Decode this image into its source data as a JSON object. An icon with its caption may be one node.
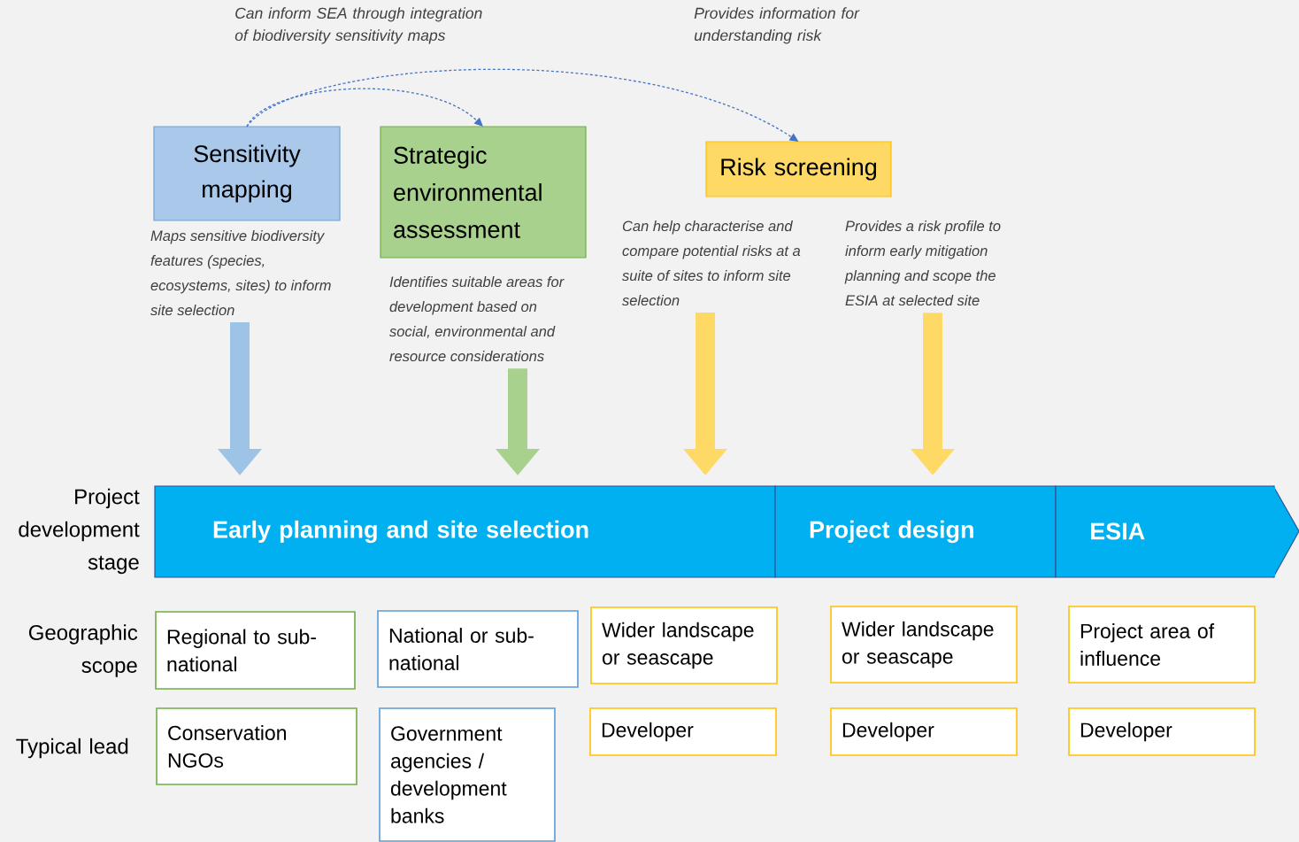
{
  "diagram": {
    "nodes": [
      {
        "text": [
          "Sensitivity mapping"
        ]
      },
      {
        "text": [
          "Strategic environmental assessment"
        ]
      },
      {
        "text": [
          "Risk screening"
        ]
      },
      {
        "text": [
          "Maps sensitive biodiversity features (species, ecosystems, sites) to inform site selection"
        ]
      },
      {
        "text": [
          "Identifies suitable areas for development based on social, environmental and resource considerations"
        ]
      },
      {
        "text": [
          "Can help characterise and compare potential risks at a suite of sites to inform site selection"
        ]
      },
      {
        "text": [
          "Provides a risk profile to inform early mitigation planning and scope the ESIA at selected site"
        ]
      },
      {
        "text": [
          "Early planning and site selection"
        ]
      },
      {
        "text": [
          "Project design"
        ]
      },
      {
        "text": [
          "ESIA"
        ]
      },
      {
        "text": [
          "Regional to sub-national"
        ]
      },
      {
        "text": [
          "National or sub-national"
        ]
      },
      {
        "text": [
          "Wider landscape or seascape"
        ]
      },
      {
        "text": [
          "Wider landscape or seascape"
        ]
      },
      {
        "text": [
          "Project area of influence"
        ]
      },
      {
        "text": [
          "Conservation NGOs"
        ]
      },
      {
        "text": [
          "Government agencies / development banks"
        ]
      },
      {
        "text": [
          "Developer"
        ]
      },
      {
        "text": [
          "Developer"
        ]
      },
      {
        "text": [
          "Developer"
        ]
      }
    ],
    "edges": [
      {
        "from": 0,
        "to": 1,
        "arrow": "to",
        "style": "dashed",
        "color": "#4472c4",
        "label": "Can inform SEA through integration of biodiversity sensitivity maps"
      },
      {
        "from": 0,
        "to": 2,
        "arrow": "to",
        "style": "dashed",
        "color": "#4472c4",
        "label": "Provides information for understanding risk"
      },
      {
        "from": 3,
        "to": 7,
        "arrow": "to",
        "color": "#9dc3e6"
      },
      {
        "from": 4,
        "to": 7,
        "arrow": "to",
        "color": "#a9d18e"
      },
      {
        "from": 5,
        "to": 7,
        "arrow": "to",
        "color": "#ffd966"
      },
      {
        "from": 6,
        "to": 8,
        "arrow": "to",
        "color": "#ffd966"
      }
    ],
    "labels": [
      "Project development stage",
      "Geographic scope",
      "Typical lead"
    ]
  }
}
